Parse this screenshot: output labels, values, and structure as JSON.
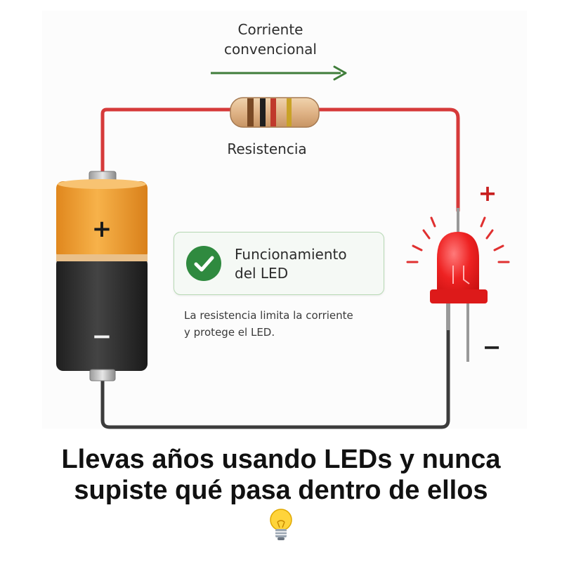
{
  "diagram": {
    "current_label": "Corriente\nconvencional",
    "resistor_label": "Resistencia",
    "battery_plus": "+",
    "battery_minus": "−",
    "led_plus": "+",
    "led_minus": "−",
    "card": {
      "title": "Funcionamiento\ndel LED",
      "description": "La resistencia limita la corriente\ny protege el LED."
    },
    "colors": {
      "positive_wire": "#d63a3a",
      "negative_wire": "#3c3c3c",
      "current_arrow": "#3f7d3a",
      "battery_top": "#f2a233",
      "battery_body": "#2f2f2f",
      "led": "#e81e1e",
      "check": "#2f8a3f"
    },
    "icons": [
      "checkmark-icon",
      "lightbulb-icon"
    ]
  },
  "caption": "Llevas años usando LEDs y nunca\nsupiste qué pasa dentro de ellos"
}
